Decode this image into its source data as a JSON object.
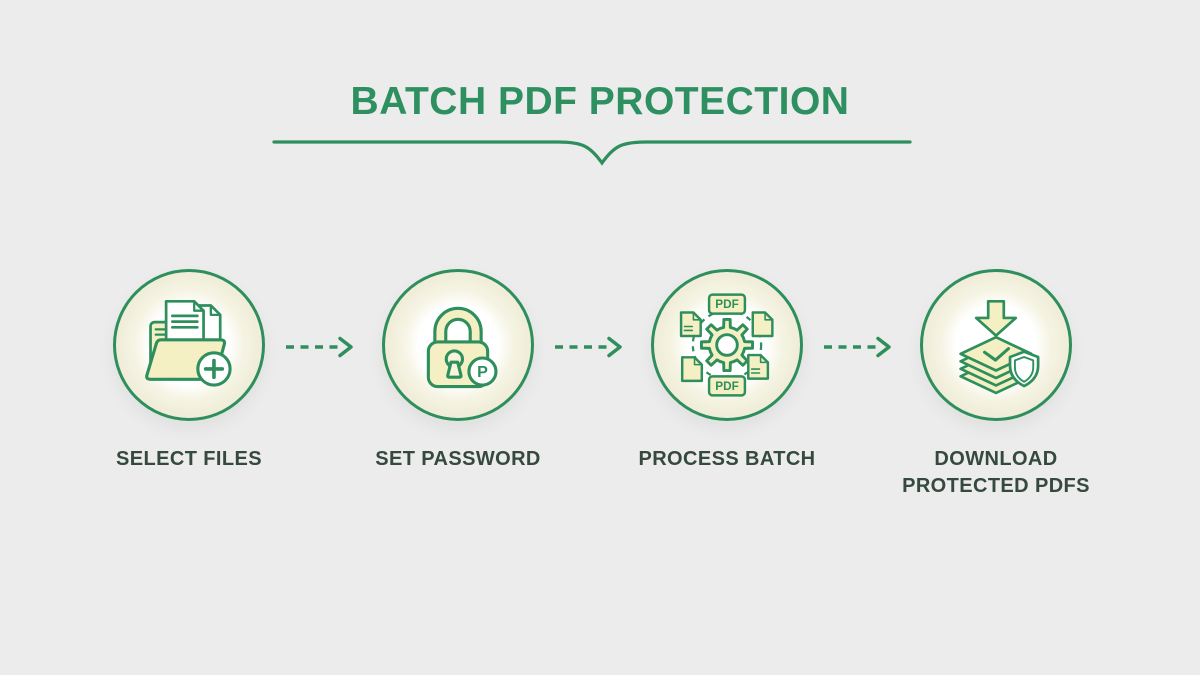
{
  "title": "BATCH PDF PROTECTION",
  "colors": {
    "background": "#ececec",
    "green": "#2e8f5c",
    "title_green": "#2e9061",
    "label_text": "#35493e",
    "pale_yellow": "#f5efc4",
    "badge_fill": "#ffffff"
  },
  "steps": [
    {
      "label": "SELECT FILES",
      "icon": "folder-add-icon"
    },
    {
      "label": "SET PASSWORD",
      "icon": "padlock-icon",
      "badge_letter": "P"
    },
    {
      "label": "PROCESS BATCH",
      "icon": "batch-gear-icon",
      "pdf_tag_top": "PDF",
      "pdf_tag_bottom": "PDF"
    },
    {
      "label": "DOWNLOAD PROTECTED PDFS",
      "icon": "download-shield-icon"
    }
  ],
  "connectors": {
    "type": "dashed-arrow-right",
    "count": 3
  }
}
